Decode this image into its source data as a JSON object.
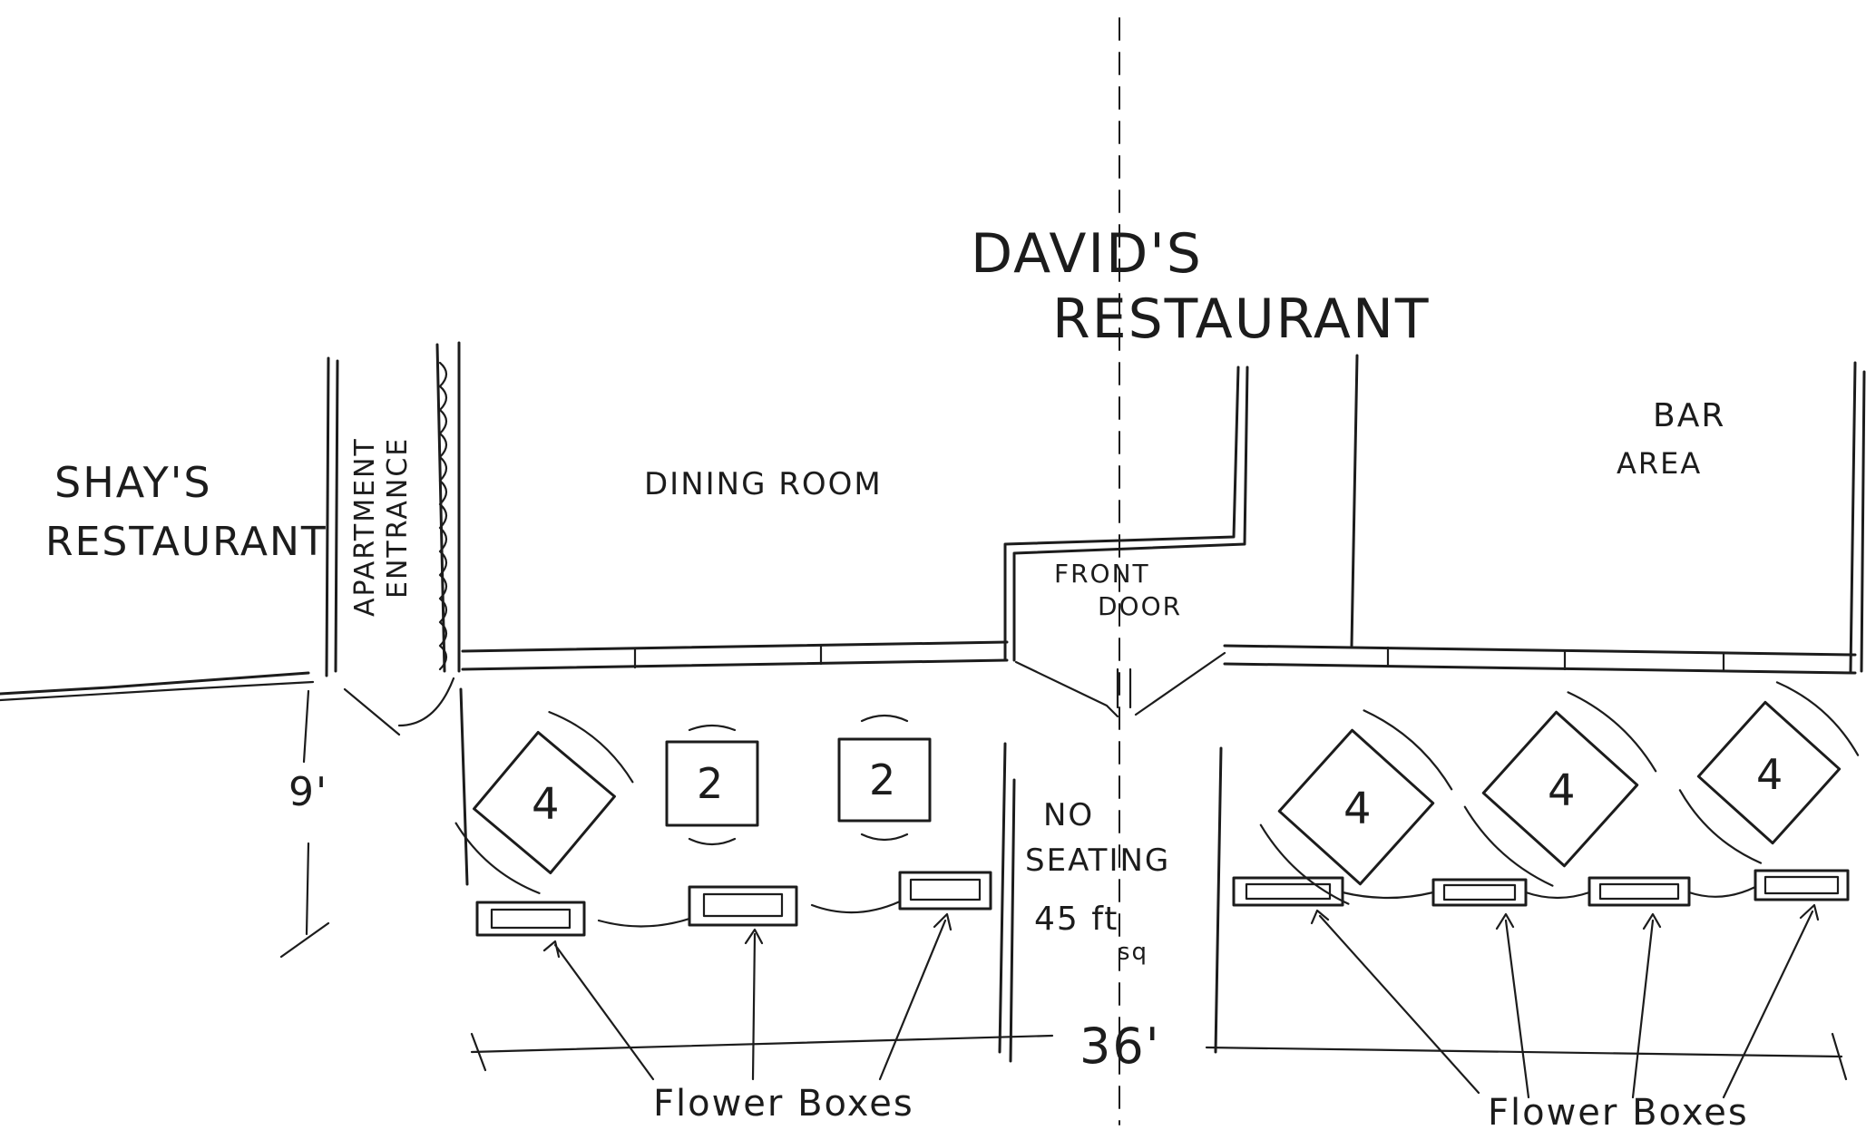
{
  "labels": {
    "davids_line1": "DAVID'S",
    "davids_line2": "RESTAURANT",
    "shays_line1": "SHAY'S",
    "shays_line2": "RESTAURANT",
    "apartment_line1": "APARTMENT",
    "apartment_line2": "ENTRANCE",
    "dining_room": "DINING ROOM",
    "bar_line1": "BAR",
    "bar_line2": "AREA",
    "front_door_line1": "FRONT",
    "front_door_line2": "DOOR",
    "no_seating_line1": "NO",
    "no_seating_line2": "SEATING",
    "no_seating_line3": "45 ft",
    "no_seating_line4": "sq",
    "width_nine": "9'",
    "length_36": "36'",
    "flower_boxes_left": "Flower Boxes",
    "flower_boxes_right": "Flower Boxes"
  },
  "tables": [
    {
      "seats": "4"
    },
    {
      "seats": "2"
    },
    {
      "seats": "2"
    },
    {
      "seats": "4"
    },
    {
      "seats": "4"
    },
    {
      "seats": "4"
    }
  ],
  "colors": {
    "ink": "#1c1c1c",
    "paper": "#ffffff"
  }
}
